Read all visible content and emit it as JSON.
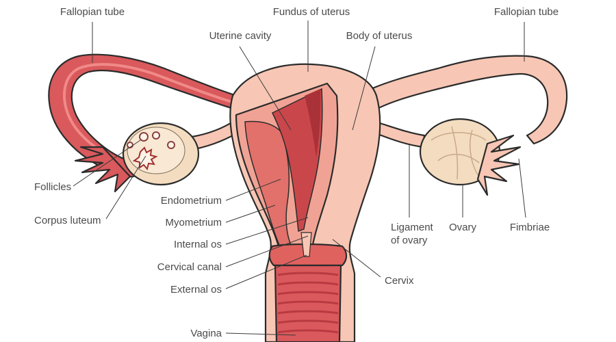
{
  "labels": {
    "fallopian_tube_left": "Fallopian tube",
    "fallopian_tube_right": "Fallopian tube",
    "fundus_of_uterus": "Fundus of uterus",
    "uterine_cavity": "Uterine cavity",
    "body_of_uterus": "Body of uterus",
    "follicles": "Follicles",
    "corpus_luteum": "Corpus luteum",
    "endometrium": "Endometrium",
    "myometrium": "Myometrium",
    "internal_os": "Internal os",
    "cervical_canal": "Cervical canal",
    "external_os": "External os",
    "vagina": "Vagina",
    "ligament_of_ovary_line1": "Ligament",
    "ligament_of_ovary_line2": "of ovary",
    "ovary": "Ovary",
    "fimbriae": "Fimbriae",
    "cervix": "Cervix"
  },
  "colors": {
    "outer_tissue": "#f7c6b4",
    "myometrium": "#f0a394",
    "endometrium": "#e2706b",
    "cavity_dark": "#c9474b",
    "tube_inner": "#d9595c",
    "ovary": "#f3dcc0",
    "vagina": "#d9595c",
    "vagina_ridge": "#b83a40",
    "outline": "#2b2b2b"
  }
}
